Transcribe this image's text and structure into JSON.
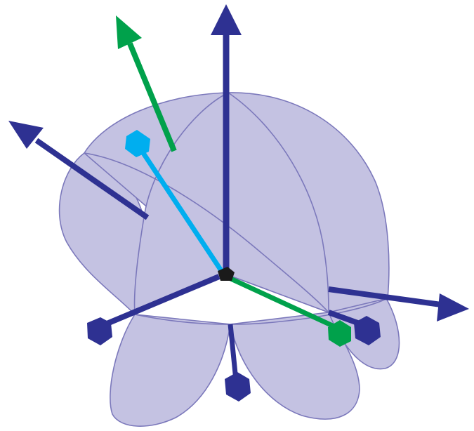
{
  "diagram": {
    "kind": "3d-rotation-axes-with-circular-sectors",
    "colors": {
      "background": "#ffffff",
      "sector_fill": "#c4c2e2",
      "sector_stroke": "#7b78bb",
      "axis_navy": "#2e3192",
      "vector_green": "#00a14b",
      "vector_cyan": "#00aeef",
      "origin_marker": "#1a1a1a"
    },
    "elements": {
      "axes": [
        "z-axis-up",
        "x-axis-upper-left",
        "y-axis-right",
        "x-axis-negative",
        "y-axis-negative",
        "z-axis-negative"
      ],
      "vectors": [
        "green-rotated-axis",
        "cyan-rotated-axis"
      ],
      "arrowhead_icons": [
        "arrowhead-icon",
        "pentagon-marker-icon"
      ]
    }
  }
}
